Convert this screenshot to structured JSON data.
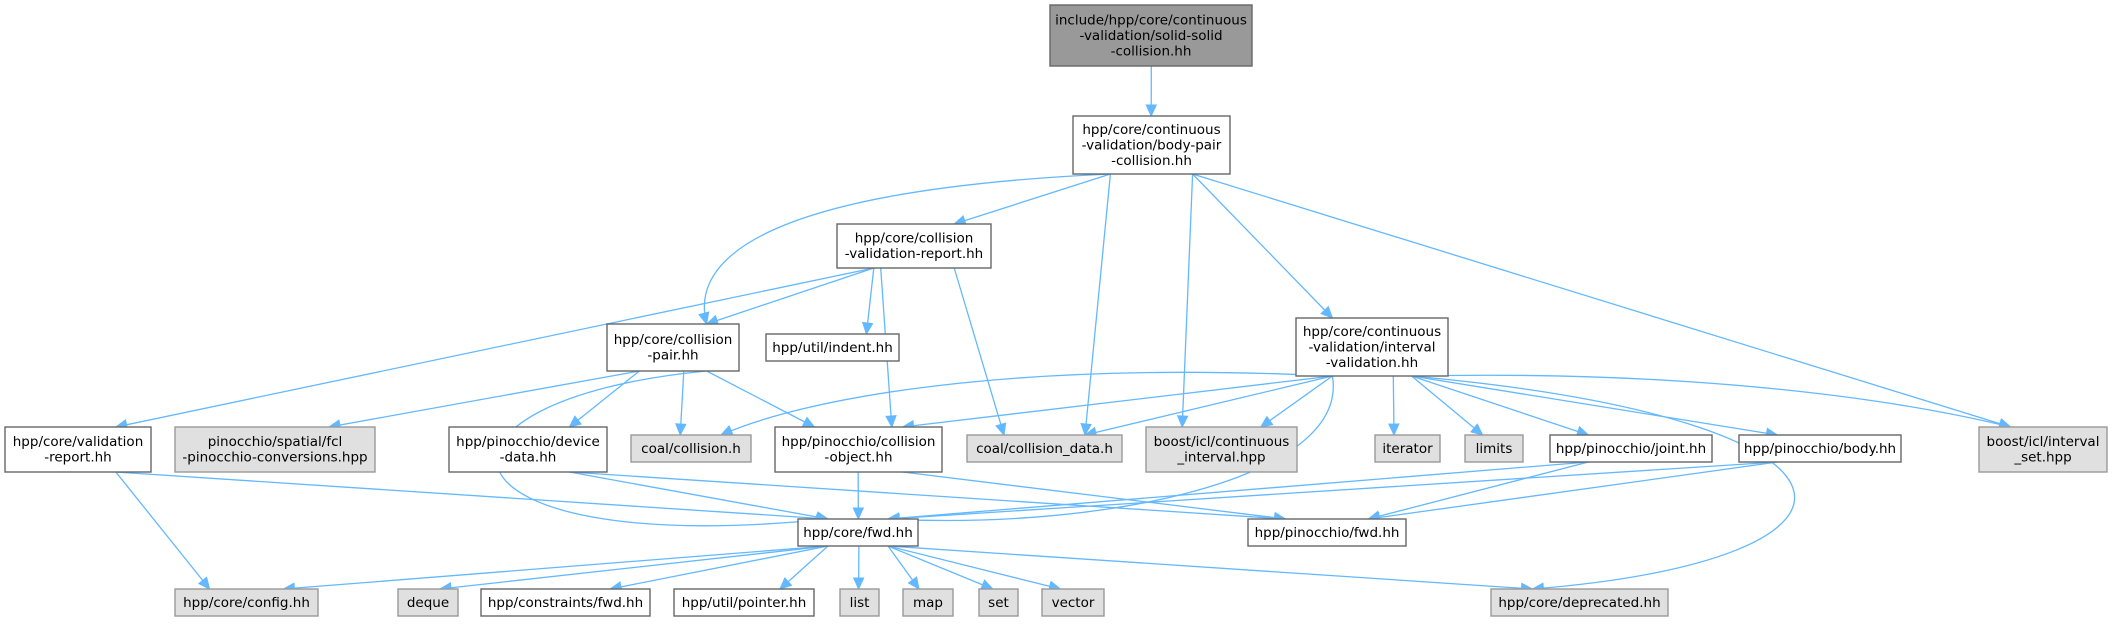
{
  "diagram": {
    "type": "include-dependency-graph",
    "colors": {
      "root_fill": "#999999",
      "root_stroke": "#666666",
      "internal_fill": "#ffffff",
      "internal_stroke": "#666666",
      "external_fill": "#e0e0e0",
      "external_stroke": "#999999",
      "edge": "#63b8ff"
    },
    "nodes": [
      {
        "id": "root",
        "kind": "root",
        "lines": [
          "include/hpp/core/continuous",
          "-validation/solid-solid",
          "-collision.hh"
        ]
      },
      {
        "id": "body_pair",
        "kind": "internal",
        "lines": [
          "hpp/core/continuous",
          "-validation/body-pair",
          "-collision.hh"
        ]
      },
      {
        "id": "cvr",
        "kind": "internal",
        "lines": [
          "hpp/core/collision",
          "-validation-report.hh"
        ]
      },
      {
        "id": "interval_validation",
        "kind": "internal",
        "lines": [
          "hpp/core/continuous",
          "-validation/interval",
          "-validation.hh"
        ]
      },
      {
        "id": "collision_pair",
        "kind": "internal",
        "lines": [
          "hpp/core/collision",
          "-pair.hh"
        ]
      },
      {
        "id": "indent",
        "kind": "internal",
        "lines": [
          "hpp/util/indent.hh"
        ]
      },
      {
        "id": "validation_report",
        "kind": "internal",
        "lines": [
          "hpp/core/validation",
          "-report.hh"
        ]
      },
      {
        "id": "fcl_conv",
        "kind": "external",
        "lines": [
          "pinocchio/spatial/fcl",
          "-pinocchio-conversions.hpp"
        ]
      },
      {
        "id": "device_data",
        "kind": "internal",
        "lines": [
          "hpp/pinocchio/device",
          "-data.hh"
        ]
      },
      {
        "id": "coal_collision",
        "kind": "external",
        "lines": [
          "coal/collision.h"
        ]
      },
      {
        "id": "collision_object",
        "kind": "internal",
        "lines": [
          "hpp/pinocchio/collision",
          "-object.hh"
        ]
      },
      {
        "id": "coal_collision_data",
        "kind": "external",
        "lines": [
          "coal/collision_data.h"
        ]
      },
      {
        "id": "continuous_interval",
        "kind": "external",
        "lines": [
          "boost/icl/continuous",
          "_interval.hpp"
        ]
      },
      {
        "id": "iterator",
        "kind": "external",
        "lines": [
          "iterator"
        ]
      },
      {
        "id": "limits",
        "kind": "external",
        "lines": [
          "limits"
        ]
      },
      {
        "id": "joint",
        "kind": "internal",
        "lines": [
          "hpp/pinocchio/joint.hh"
        ]
      },
      {
        "id": "body",
        "kind": "internal",
        "lines": [
          "hpp/pinocchio/body.hh"
        ]
      },
      {
        "id": "interval_set",
        "kind": "external",
        "lines": [
          "boost/icl/interval",
          "_set.hpp"
        ]
      },
      {
        "id": "core_fwd",
        "kind": "internal",
        "lines": [
          "hpp/core/fwd.hh"
        ]
      },
      {
        "id": "pinocchio_fwd",
        "kind": "internal",
        "lines": [
          "hpp/pinocchio/fwd.hh"
        ]
      },
      {
        "id": "config",
        "kind": "external",
        "lines": [
          "hpp/core/config.hh"
        ]
      },
      {
        "id": "deque",
        "kind": "external",
        "lines": [
          "deque"
        ]
      },
      {
        "id": "constraints_fwd",
        "kind": "internal",
        "lines": [
          "hpp/constraints/fwd.hh"
        ]
      },
      {
        "id": "pointer",
        "kind": "internal",
        "lines": [
          "hpp/util/pointer.hh"
        ]
      },
      {
        "id": "list",
        "kind": "external",
        "lines": [
          "list"
        ]
      },
      {
        "id": "map",
        "kind": "external",
        "lines": [
          "map"
        ]
      },
      {
        "id": "set",
        "kind": "external",
        "lines": [
          "set"
        ]
      },
      {
        "id": "vector",
        "kind": "external",
        "lines": [
          "vector"
        ]
      },
      {
        "id": "deprecated",
        "kind": "external",
        "lines": [
          "hpp/core/deprecated.hh"
        ]
      }
    ],
    "edges": [
      [
        "root",
        "body_pair"
      ],
      [
        "body_pair",
        "cvr"
      ],
      [
        "body_pair",
        "collision_pair"
      ],
      [
        "body_pair",
        "coal_collision_data"
      ],
      [
        "body_pair",
        "continuous_interval"
      ],
      [
        "body_pair",
        "interval_validation"
      ],
      [
        "body_pair",
        "interval_set"
      ],
      [
        "cvr",
        "validation_report"
      ],
      [
        "cvr",
        "collision_pair"
      ],
      [
        "cvr",
        "indent"
      ],
      [
        "cvr",
        "collision_object"
      ],
      [
        "cvr",
        "coal_collision_data"
      ],
      [
        "collision_pair",
        "fcl_conv"
      ],
      [
        "collision_pair",
        "device_data"
      ],
      [
        "collision_pair",
        "coal_collision"
      ],
      [
        "collision_pair",
        "collision_object"
      ],
      [
        "collision_pair",
        "core_fwd"
      ],
      [
        "interval_validation",
        "coal_collision"
      ],
      [
        "interval_validation",
        "collision_object"
      ],
      [
        "interval_validation",
        "coal_collision_data"
      ],
      [
        "interval_validation",
        "continuous_interval"
      ],
      [
        "interval_validation",
        "iterator"
      ],
      [
        "interval_validation",
        "limits"
      ],
      [
        "interval_validation",
        "joint"
      ],
      [
        "interval_validation",
        "body"
      ],
      [
        "interval_validation",
        "interval_set"
      ],
      [
        "interval_validation",
        "core_fwd"
      ],
      [
        "interval_validation",
        "deprecated"
      ],
      [
        "validation_report",
        "core_fwd"
      ],
      [
        "validation_report",
        "config"
      ],
      [
        "device_data",
        "core_fwd"
      ],
      [
        "device_data",
        "pinocchio_fwd"
      ],
      [
        "collision_object",
        "core_fwd"
      ],
      [
        "collision_object",
        "pinocchio_fwd"
      ],
      [
        "joint",
        "core_fwd"
      ],
      [
        "joint",
        "pinocchio_fwd"
      ],
      [
        "body",
        "core_fwd"
      ],
      [
        "body",
        "pinocchio_fwd"
      ],
      [
        "core_fwd",
        "config"
      ],
      [
        "core_fwd",
        "deque"
      ],
      [
        "core_fwd",
        "constraints_fwd"
      ],
      [
        "core_fwd",
        "pointer"
      ],
      [
        "core_fwd",
        "list"
      ],
      [
        "core_fwd",
        "map"
      ],
      [
        "core_fwd",
        "set"
      ],
      [
        "core_fwd",
        "vector"
      ],
      [
        "core_fwd",
        "deprecated"
      ]
    ]
  }
}
